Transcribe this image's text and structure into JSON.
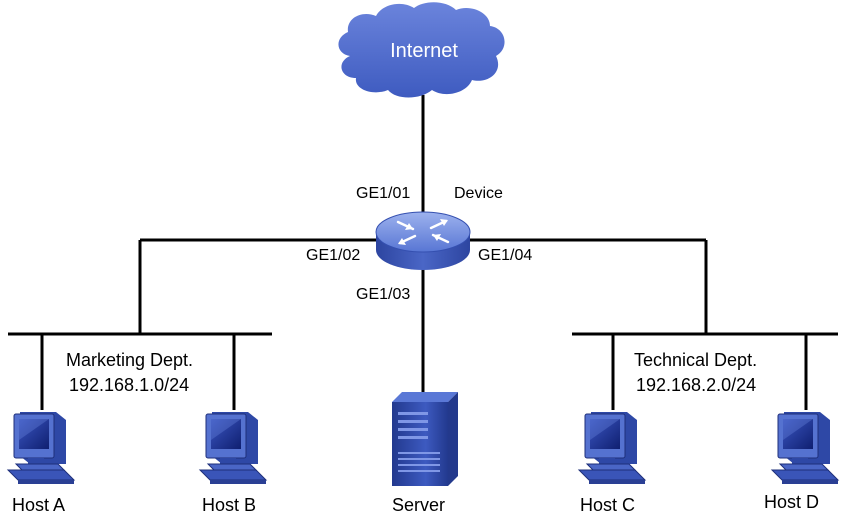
{
  "diagram": {
    "internet_label": "Internet",
    "device_label": "Device",
    "ports": {
      "uplink": "GE1/01",
      "left": "GE1/02",
      "down": "GE1/03",
      "right": "GE1/04"
    },
    "segments": {
      "marketing": {
        "name": "Marketing Dept.",
        "subnet": "192.168.1.0/24"
      },
      "technical": {
        "name": "Technical Dept.",
        "subnet": "192.168.2.0/24"
      }
    },
    "hosts": {
      "a": "Host A",
      "b": "Host B",
      "c": "Host C",
      "d": "Host D",
      "server": "Server"
    }
  },
  "colors": {
    "line": "#000000",
    "cloud": "#4b68c8",
    "router_top": "#6f8fe0",
    "router_side": "#3c57b5",
    "monitor_frame": "#4a63c4",
    "monitor_screen": "#1a2d8a",
    "server_body": "#2e4aa8"
  }
}
